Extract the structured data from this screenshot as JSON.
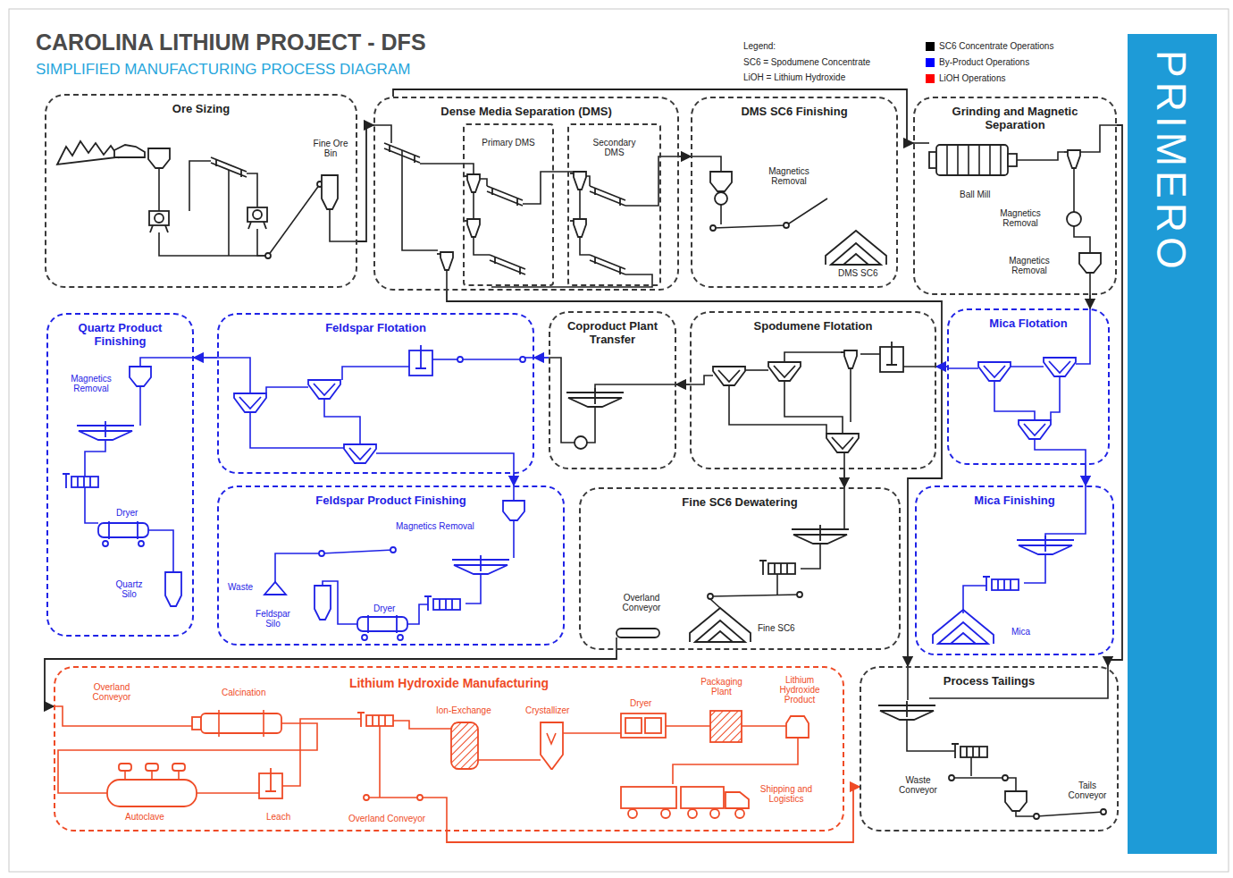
{
  "diagram": {
    "title": "CAROLINA LITHIUM PROJECT - DFS",
    "caption": "SIMPLIFIED MANUFACTURING PROCESS DIAGRAM",
    "nodes": [
      {
        "text": [
          "Ore Sizing",
          "Fine Ore Bin"
        ]
      },
      {
        "text": [
          "Dense Media Separation (DMS)"
        ]
      },
      {
        "text": [
          "Primary DMS"
        ],
        "in": 1
      },
      {
        "text": [
          "Secondary DMS"
        ],
        "in": 1
      },
      {
        "text": [
          "DMS SC6 Finishing",
          "Magnetics Removal",
          "DMS SC6"
        ]
      },
      {
        "text": [
          "Grinding and Magnetic Separation",
          "Ball Mill",
          "Magnetics Removal",
          "Magnetics Removal"
        ]
      },
      {
        "text": [
          "Quartz Product Finishing",
          "Magnetics Removal",
          "Dryer",
          "Quartz Silo"
        ]
      },
      {
        "text": [
          "Feldspar Flotation"
        ]
      },
      {
        "text": [
          "Coproduct Plant Transfer"
        ]
      },
      {
        "text": [
          "Spodumene Flotation"
        ]
      },
      {
        "text": [
          "Mica Flotation"
        ]
      },
      {
        "text": [
          "Feldspar Product Finishing",
          "Magnetics Removal",
          "Waste",
          "Feldspar Silo",
          "Dryer"
        ]
      },
      {
        "text": [
          "Fine SC6 Dewatering",
          "Overland Conveyor",
          "Fine SC6"
        ]
      },
      {
        "text": [
          "Mica Finishing",
          "Mica"
        ]
      },
      {
        "text": [
          "Lithium Hydroxide Manufacturing",
          "Overland Conveyor",
          "Calcination",
          "Ion-Exchange",
          "Crystallizer",
          "Dryer",
          "Packaging Plant",
          "Lithium Hydroxide Product",
          "Autoclave",
          "Leach",
          "Overland Conveyor",
          "Shipping and Logistics"
        ]
      },
      {
        "text": [
          "Process Tailings",
          "Waste Conveyor",
          "Tails Conveyor"
        ]
      }
    ],
    "edges": [
      {
        "from": 0,
        "to": 1,
        "arrow": "to"
      },
      {
        "from": 1,
        "to": 4,
        "arrow": "to"
      },
      {
        "from": 1,
        "to": 5,
        "arrow": "to"
      },
      {
        "from": 1,
        "to": 15,
        "arrow": "to"
      },
      {
        "from": 5,
        "to": 10,
        "arrow": "to"
      },
      {
        "from": 10,
        "to": 9,
        "arrow": "to"
      },
      {
        "from": 9,
        "to": 8,
        "arrow": "to"
      },
      {
        "from": 8,
        "to": 7,
        "arrow": "to"
      },
      {
        "from": 7,
        "to": 6,
        "arrow": "to"
      },
      {
        "from": 7,
        "to": 11,
        "arrow": "to"
      },
      {
        "from": 9,
        "to": 12,
        "arrow": "to"
      },
      {
        "from": 10,
        "to": 13,
        "arrow": "to"
      },
      {
        "from": 12,
        "to": 14,
        "arrow": "to"
      },
      {
        "from": 14,
        "to": 15,
        "arrow": "to"
      },
      {
        "from": 5,
        "to": 15,
        "arrow": "to"
      }
    ],
    "labels": [
      "Legend:",
      "SC6 = Spodumene Concentrate",
      "LiOH = Lithium Hydroxide",
      "PRIMERO"
    ],
    "legend": [
      {
        "text": "SC6 Concentrate Operations",
        "color": "#000000"
      },
      {
        "text": "By-Product Operations",
        "color": "#0000ff"
      },
      {
        "text": "LiOH Operations",
        "color": "#ff0000"
      }
    ]
  }
}
